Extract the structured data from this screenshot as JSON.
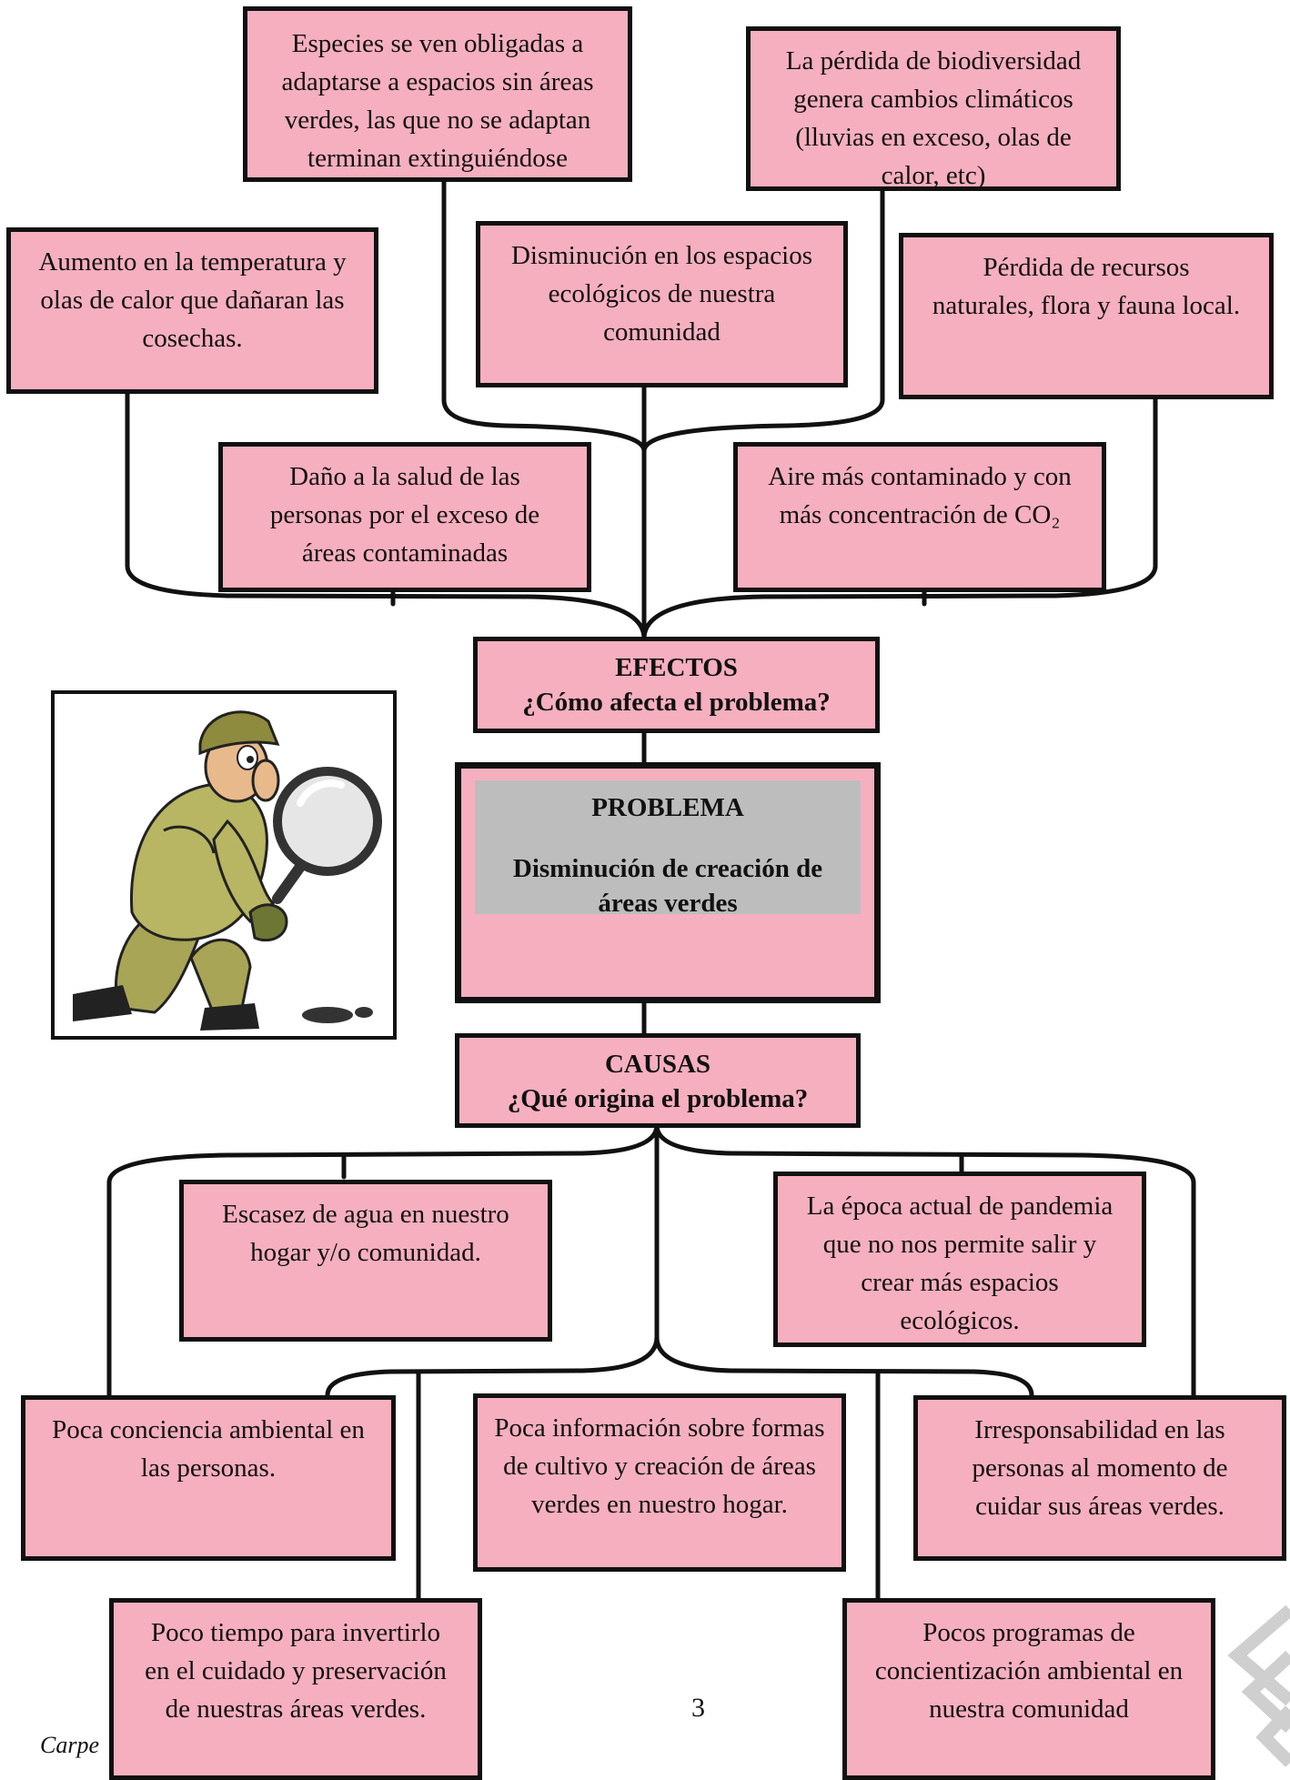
{
  "effects": {
    "heading": "EFECTOS",
    "question": "¿Cómo afecta el problema?",
    "items": [
      "Especies se ven obligadas a adaptarse a espacios sin áreas verdes, las que no se adaptan terminan extinguiéndose",
      "La pérdida de biodiversidad genera cambios climáticos (lluvias en exceso, olas de calor, etc)",
      "Aumento en la temperatura y olas de calor que dañaran las cosechas.",
      "Disminución en los espacios ecológicos de nuestra comunidad",
      "Pérdida de recursos naturales, flora y fauna local.",
      "Daño a la salud de las personas por el exceso de áreas contaminadas",
      "Aire más contaminado y con más concentración de CO₂"
    ]
  },
  "problem": {
    "heading": "PROBLEMA",
    "text": "Disminución de creación de áreas verdes"
  },
  "causes": {
    "heading": "CAUSAS",
    "question": "¿Qué origina el problema?",
    "items": [
      "Escasez de agua en nuestro hogar y/o comunidad.",
      "La época actual de pandemia que no nos permite salir y crear más espacios ecológicos.",
      "Poca conciencia ambiental en las personas.",
      "Poca información sobre formas de cultivo y creación de áreas verdes en nuestro hogar.",
      "Irresponsabilidad en las personas al momento de cuidar sus áreas verdes.",
      "Poco tiempo para invertirlo en el cuidado y preservación de nuestras áreas verdes.",
      "Pocos programas de concientización ambiental en nuestra comunidad"
    ]
  },
  "illustration": {
    "icon": "detective-magnifying-glass-icon"
  },
  "footer": {
    "page_number": "3",
    "script_text": "Carpe"
  },
  "colors": {
    "box_fill": "#f6afbe",
    "problem_inner": "#bdbdbd",
    "stroke": "#111111"
  }
}
